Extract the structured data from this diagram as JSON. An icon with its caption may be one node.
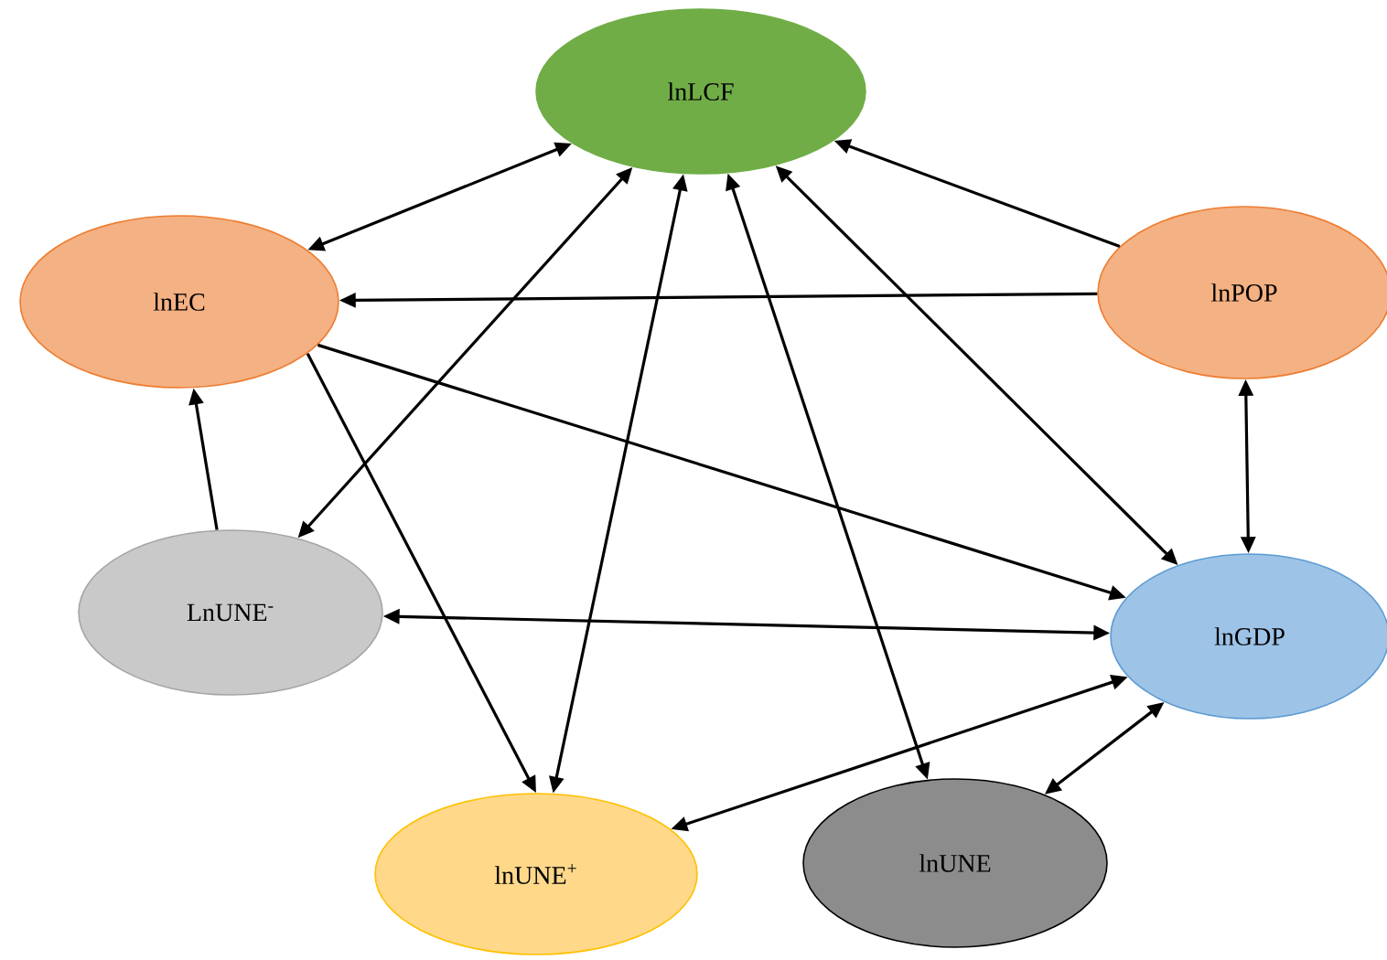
{
  "diagram": {
    "nodes": [
      {
        "text": [
          "lnLCF"
        ]
      },
      {
        "text": [
          "lnEC"
        ]
      },
      {
        "text": [
          "lnPOP"
        ]
      },
      {
        "text": [
          "LnUNE$^{-}$"
        ]
      },
      {
        "text": [
          "lnGDP"
        ]
      },
      {
        "text": [
          "lnUNE$^{+}$"
        ]
      },
      {
        "text": [
          "lnUNE"
        ]
      }
    ],
    "edges": [
      {
        "from": 1,
        "to": 0,
        "arrow": "both"
      },
      {
        "from": 2,
        "to": 0,
        "arrow": "to"
      },
      {
        "from": 2,
        "to": 1,
        "arrow": "to"
      },
      {
        "from": 3,
        "to": 0,
        "arrow": "both"
      },
      {
        "from": 5,
        "to": 0,
        "arrow": "both"
      },
      {
        "from": 6,
        "to": 0,
        "arrow": "both"
      },
      {
        "from": 4,
        "to": 0,
        "arrow": "both"
      },
      {
        "from": 1,
        "to": 5,
        "arrow": "to"
      },
      {
        "from": 1,
        "to": 4,
        "arrow": "to"
      },
      {
        "from": 2,
        "to": 4,
        "arrow": "both"
      },
      {
        "from": 3,
        "to": 1,
        "arrow": "to"
      },
      {
        "from": 3,
        "to": 4,
        "arrow": "both"
      },
      {
        "from": 5,
        "to": 4,
        "arrow": "both"
      },
      {
        "from": 6,
        "to": 4,
        "arrow": "both"
      }
    ]
  }
}
